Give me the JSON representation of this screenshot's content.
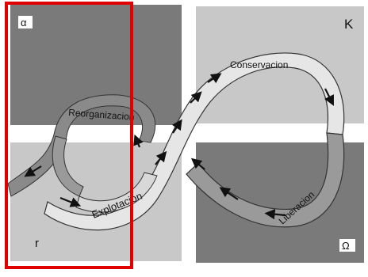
{
  "quadrants": {
    "alpha": {
      "symbol": "α"
    },
    "k": {
      "symbol": "K"
    },
    "r": {
      "symbol": "r"
    },
    "omega": {
      "symbol": "Ω"
    }
  },
  "phases": {
    "reorganization": "Reorganizacion",
    "conservation": "Conservacion",
    "exploitation": "Explotacion",
    "release": "Liberacion"
  },
  "colors": {
    "quadrant_dark": "#7a7a7a",
    "quadrant_light": "#c8c8c8",
    "loop_band_light": "#e6e6e6",
    "loop_band_dark": "#8a8a8a",
    "highlight_frame": "#e00000"
  }
}
